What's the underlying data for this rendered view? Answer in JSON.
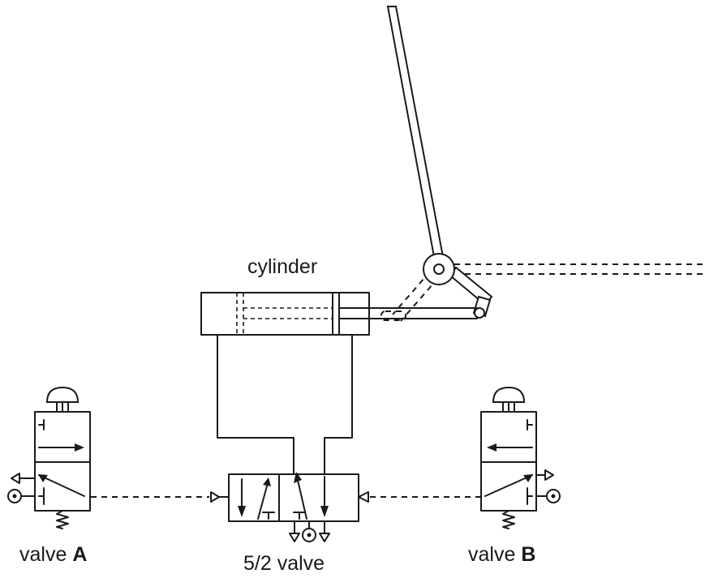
{
  "labels": {
    "cylinder": "cylinder",
    "valve_a_prefix": "valve ",
    "valve_a_letter": "A",
    "valve_b_prefix": "valve ",
    "valve_b_letter": "B",
    "main_valve": "5/2 valve"
  }
}
